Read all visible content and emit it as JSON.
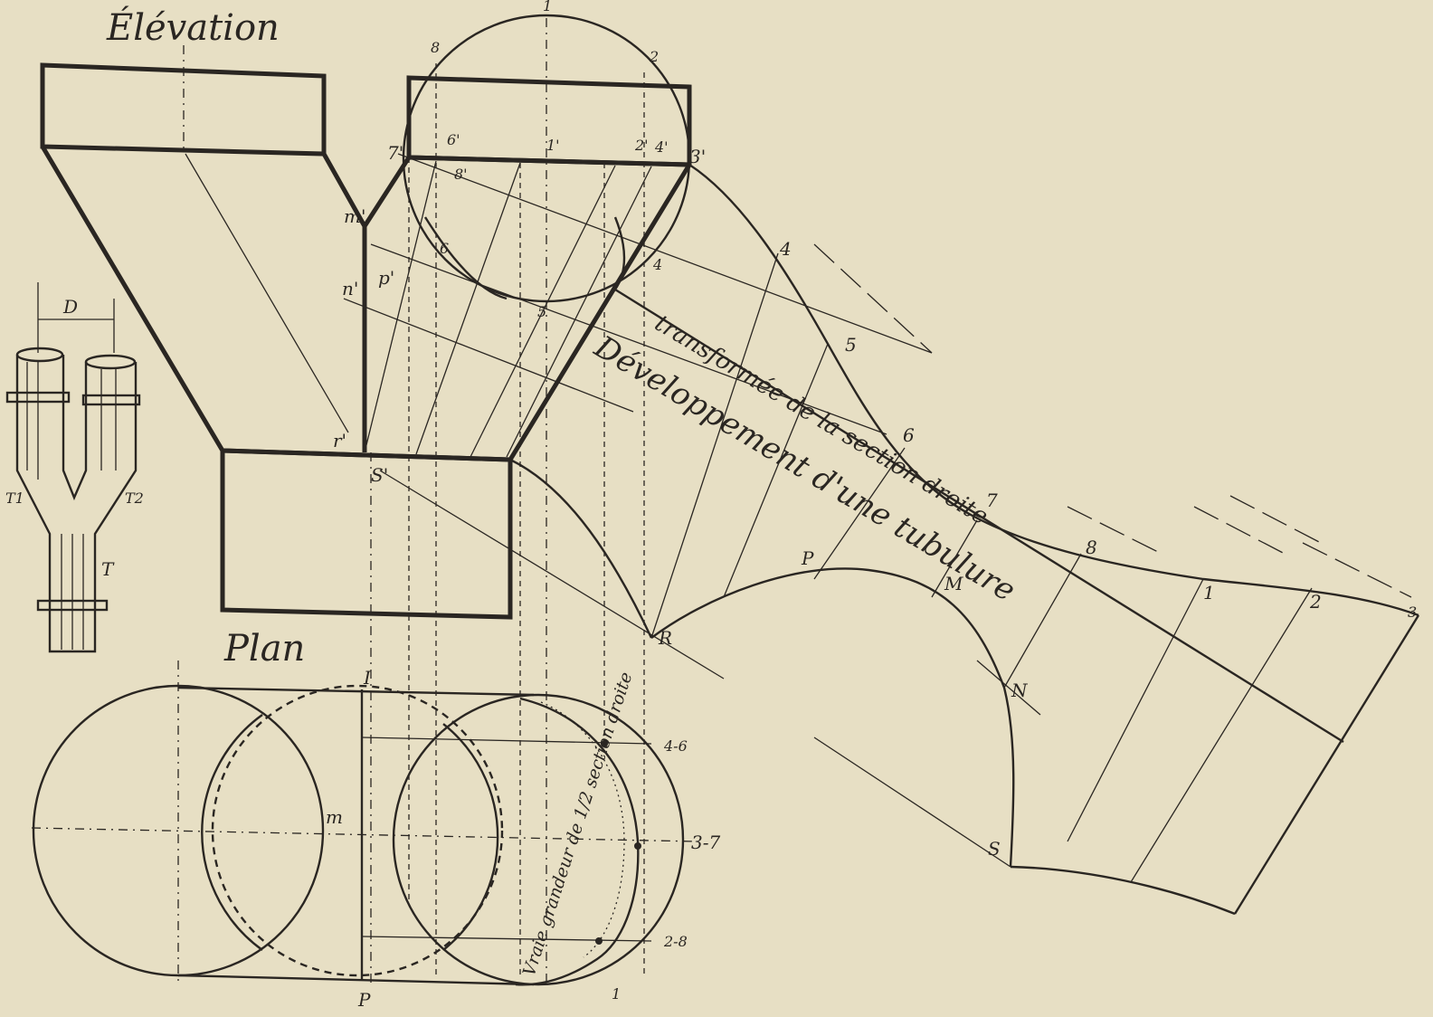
{
  "headings": {
    "elevation": "Élévation",
    "plan": "Plan"
  },
  "annotations": {
    "transformee": "transformée de la section droite",
    "developpement": "Développement d'une tubulure",
    "vraie_grandeur": "Vraie grandeur de 1/2 section droite"
  },
  "labels": {
    "circle_top": [
      "1",
      "2",
      "8"
    ],
    "elev_top_row": [
      "7'",
      "8'",
      "6'",
      "1'",
      "2'",
      "4'",
      "3'"
    ],
    "elev_mid": [
      "m'",
      "n'",
      "p'",
      "r'",
      "S'"
    ],
    "elev_inner": [
      "6",
      "5",
      "4"
    ],
    "dev_upper": [
      "4",
      "5",
      "6",
      "7",
      "8",
      "1",
      "2",
      "3"
    ],
    "dev_lower": [
      "P",
      "M",
      "R",
      "N",
      "S"
    ],
    "inset": [
      "D",
      "T1",
      "T2",
      "T"
    ],
    "plan": [
      "I",
      "m",
      "P",
      "4-6",
      "3-7",
      "2-8",
      "1"
    ]
  },
  "colors": {
    "paper": "#e7dfc4",
    "ink": "#2a2622"
  }
}
